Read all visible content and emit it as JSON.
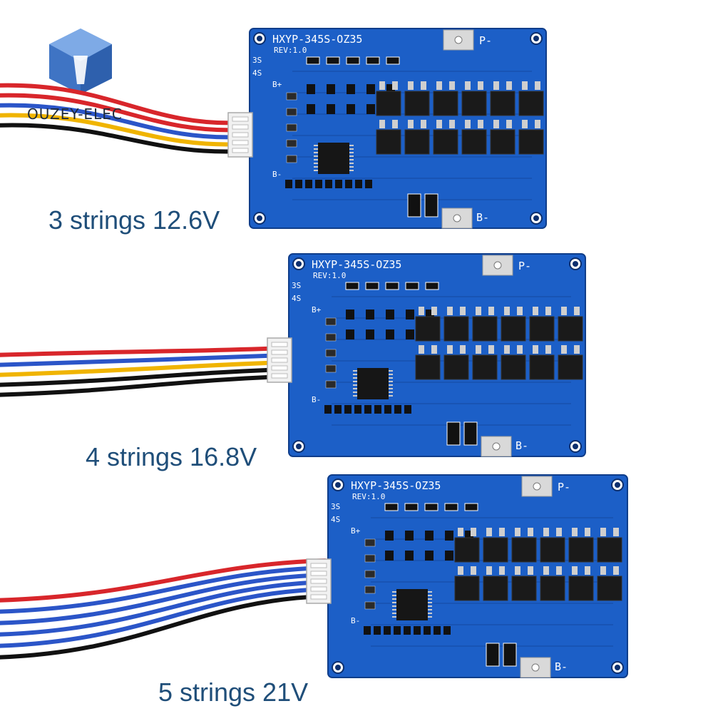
{
  "brand": {
    "name": "OUZEY-ELEC"
  },
  "captions": [
    "3 strings 12.6V",
    "4 strings 16.8V",
    "5 strings 21V"
  ],
  "board": {
    "model": "HXYP-345S-OZ35",
    "revision": "REV:1.0",
    "labels": {
      "s3": "3S",
      "s4": "4S",
      "bplus": "B+",
      "bminus": "B-",
      "pminus": "P-",
      "bminus_pad": "B-"
    }
  },
  "colors": {
    "pcb": "#1c5fc7",
    "pcb_dark": "#154aa0",
    "mosfet": "#1a1a1a",
    "caption": "#1f4e79"
  },
  "wires": {
    "board_1": [
      "red",
      "red",
      "blue",
      "yellow",
      "black"
    ],
    "board_2": [
      "red",
      "blue",
      "yellow",
      "black",
      "black"
    ],
    "board_3": [
      "red",
      "blue",
      "blue",
      "blue",
      "blue",
      "black"
    ]
  }
}
